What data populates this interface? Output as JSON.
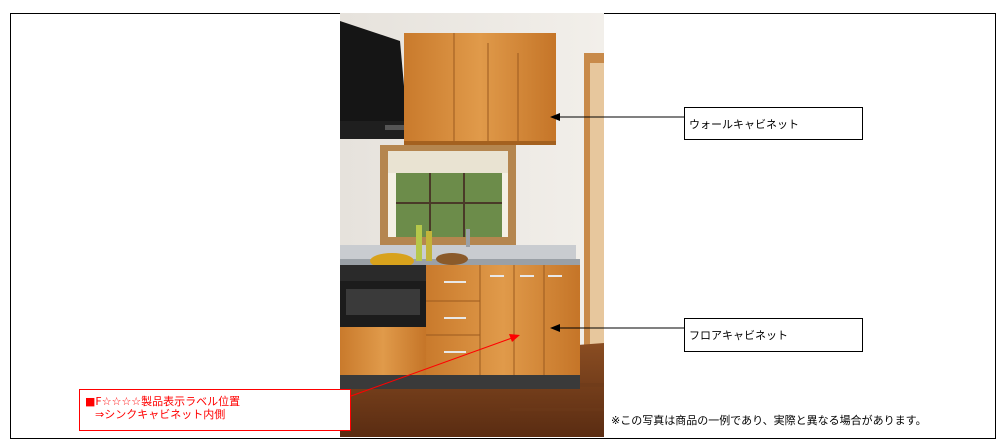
{
  "callouts": {
    "wall_cabinet": "ウォールキャビネット",
    "floor_cabinet": "フロアキャビネット",
    "label_position_line1": "■F☆☆☆☆製品表示ラベル位置",
    "label_position_line2": "⇒シンクキャビネット内側"
  },
  "disclaimer": "※この写真は商品の一例であり、実際と異なる場合があります。",
  "colors": {
    "label_red": "#ff0000",
    "arrow_black": "#000000",
    "cabinet_wood": "#d9913f"
  }
}
